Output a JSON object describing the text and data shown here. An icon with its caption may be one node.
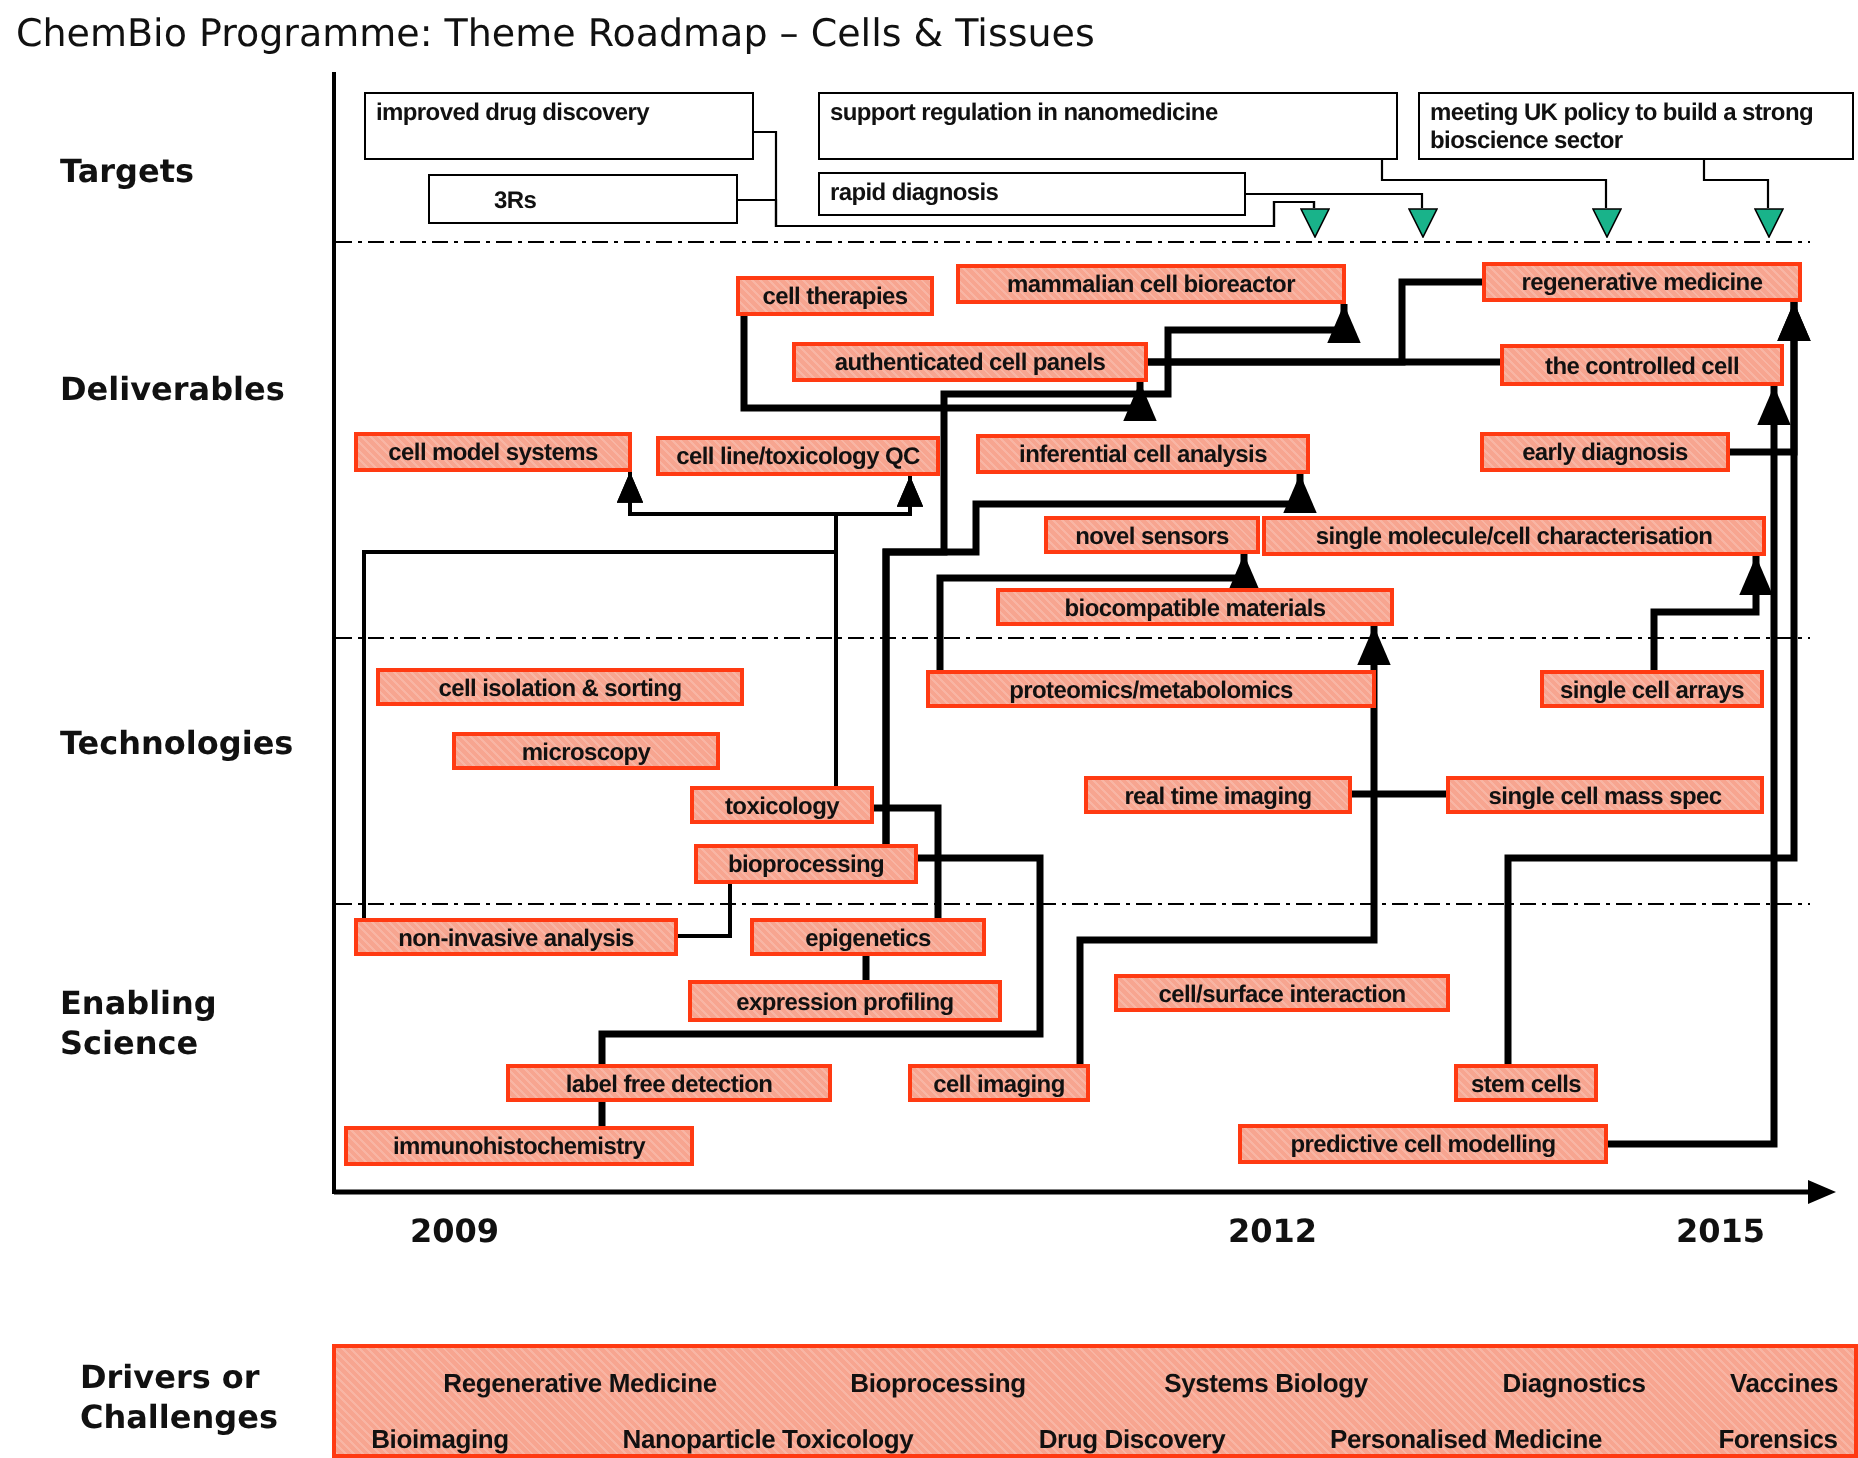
{
  "diagram": {
    "title": "ChemBio Programme: Theme Roadmap – Cells & Tissues",
    "nodes": [
      {
        "text": [
          "improved drug discovery"
        ]
      },
      {
        "text": [
          "support regulation in nanomedicine"
        ]
      },
      {
        "text": [
          "meeting UK policy to build a strong bioscience sector"
        ]
      },
      {
        "text": [
          "3Rs"
        ]
      },
      {
        "text": [
          "rapid diagnosis"
        ]
      },
      {
        "text": [
          "mammalian cell bioreactor"
        ]
      },
      {
        "text": [
          "regenerative medicine"
        ]
      },
      {
        "text": [
          "cell therapies"
        ]
      },
      {
        "text": [
          "authenticated cell panels"
        ]
      },
      {
        "text": [
          "the controlled cell"
        ]
      },
      {
        "text": [
          "cell model systems"
        ]
      },
      {
        "text": [
          "cell line/toxicology QC"
        ]
      },
      {
        "text": [
          "inferential cell analysis"
        ]
      },
      {
        "text": [
          "early diagnosis"
        ]
      },
      {
        "text": [
          "novel sensors"
        ]
      },
      {
        "text": [
          "single molecule/cell characterisation"
        ]
      },
      {
        "text": [
          "biocompatible materials"
        ]
      },
      {
        "text": [
          "cell isolation & sorting"
        ]
      },
      {
        "text": [
          "proteomics/metabolomics"
        ]
      },
      {
        "text": [
          "single cell arrays"
        ]
      },
      {
        "text": [
          "microscopy"
        ]
      },
      {
        "text": [
          "real time imaging"
        ]
      },
      {
        "text": [
          "single cell mass spec"
        ]
      },
      {
        "text": [
          "toxicology"
        ]
      },
      {
        "text": [
          "bioprocessing"
        ]
      },
      {
        "text": [
          "non-invasive analysis"
        ]
      },
      {
        "text": [
          "epigenetics"
        ]
      },
      {
        "text": [
          "expression profiling"
        ]
      },
      {
        "text": [
          "cell/surface interaction"
        ]
      },
      {
        "text": [
          "label free detection"
        ]
      },
      {
        "text": [
          "cell imaging"
        ]
      },
      {
        "text": [
          "stem cells"
        ]
      },
      {
        "text": [
          "immunohistochemistry"
        ]
      },
      {
        "text": [
          "predictive cell modelling"
        ]
      },
      {
        "text": [
          "Regenerative Medicine",
          "Bioprocessing",
          "Systems Biology",
          "Diagnostics",
          "Vaccines",
          "Bioimaging",
          "Nanoparticle Toxicology",
          "Drug Discovery",
          "Personalised Medicine",
          "Forensics"
        ]
      },
      {
        "text": [],
        "shape": "triangle"
      },
      {
        "text": [],
        "shape": "triangle"
      },
      {
        "text": [],
        "shape": "triangle"
      },
      {
        "text": [],
        "shape": "triangle"
      }
    ],
    "edges": [
      {
        "from": 0,
        "to": 35,
        "arrow": "none"
      },
      {
        "from": 3,
        "to": 35,
        "arrow": "none"
      },
      {
        "from": 4,
        "to": 36,
        "arrow": "none"
      },
      {
        "from": 1,
        "to": 37,
        "arrow": "none"
      },
      {
        "from": 2,
        "to": 38,
        "arrow": "none"
      },
      {
        "from": 25,
        "to": 10,
        "arrow": "to"
      },
      {
        "from": 25,
        "to": 11,
        "arrow": "to"
      },
      {
        "from": 23,
        "to": 10,
        "arrow": "to"
      },
      {
        "from": 23,
        "to": 11,
        "arrow": "to"
      },
      {
        "from": 25,
        "to": 24,
        "arrow": "none"
      },
      {
        "from": 26,
        "to": 27,
        "arrow": "none"
      },
      {
        "from": 23,
        "to": 26,
        "arrow": "none"
      },
      {
        "from": 24,
        "to": 5,
        "arrow": "to"
      },
      {
        "from": 24,
        "to": 12,
        "arrow": "to"
      },
      {
        "from": 29,
        "to": 24,
        "arrow": "none"
      },
      {
        "from": 32,
        "to": 29,
        "arrow": "none"
      },
      {
        "from": 7,
        "to": 8,
        "arrow": "to"
      },
      {
        "from": 8,
        "to": 9,
        "arrow": "none"
      },
      {
        "from": 8,
        "to": 6,
        "arrow": "none"
      },
      {
        "from": 13,
        "to": 6,
        "arrow": "to"
      },
      {
        "from": 31,
        "to": 6,
        "arrow": "to"
      },
      {
        "from": 33,
        "to": 9,
        "arrow": "to"
      },
      {
        "from": 19,
        "to": 15,
        "arrow": "to"
      },
      {
        "from": 18,
        "to": 14,
        "arrow": "to"
      },
      {
        "from": 30,
        "to": 16,
        "arrow": "to"
      },
      {
        "from": 21,
        "to": 22,
        "arrow": "none"
      }
    ],
    "labels": [
      "Targets",
      "Deliverables",
      "Technologies",
      "Enabling Science",
      "2009",
      "2012",
      "2015",
      "Drivers or Challenges"
    ]
  }
}
